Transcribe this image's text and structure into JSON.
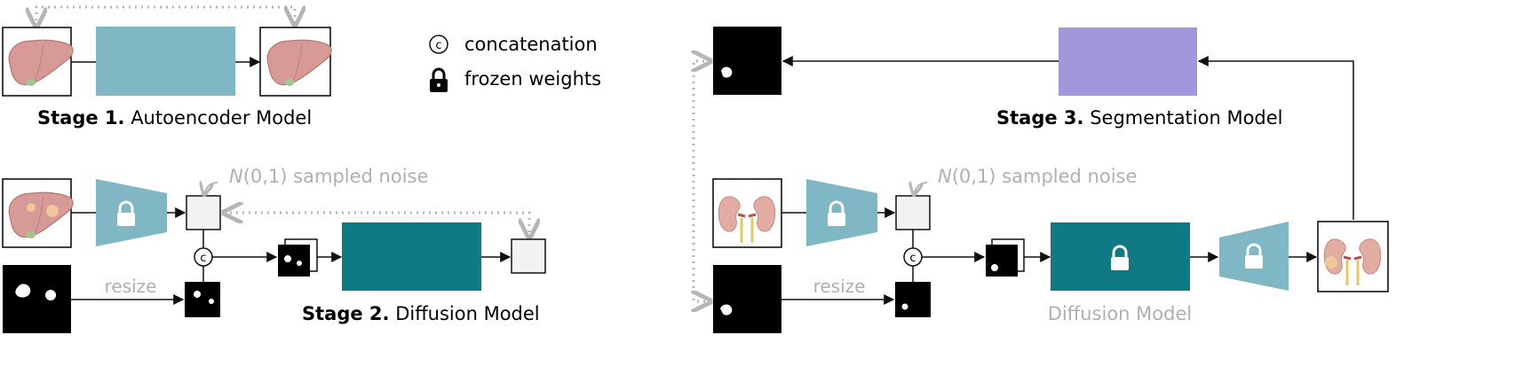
{
  "legend": {
    "concat_symbol": "c",
    "concat_label": "concatenation",
    "frozen_label": "frozen weights"
  },
  "stage1": {
    "title_bold": "Stage 1.",
    "title_rest": " Autoencoder Model"
  },
  "stage2": {
    "noise_italic": "N",
    "noise_rest": "(0,1) sampled noise",
    "concat_symbol": "c",
    "resize_label": "resize",
    "title_bold": "Stage 2.",
    "title_rest": " Diffusion Model"
  },
  "stage3": {
    "title_bold": "Stage 3.",
    "title_rest": " Segmentation Model",
    "noise_italic": "N",
    "noise_rest": "(0,1) sampled noise",
    "concat_symbol": "c",
    "resize_label": "resize",
    "diffusion_label": "Diffusion Model"
  },
  "colors": {
    "autoencoder": "#7fb7c4",
    "diffusion": "#0f7a83",
    "segmentation": "#a396dc",
    "noise_box": "#f2f2f2",
    "dotted": "#b5b5b5",
    "gray_text": "#b0b0b0"
  }
}
